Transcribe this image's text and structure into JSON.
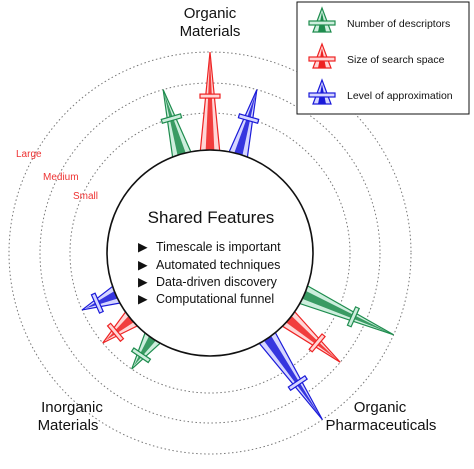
{
  "diagram": {
    "groups": [
      {
        "lines": [
          "Organic",
          "Materials"
        ]
      },
      {
        "lines": [
          "Inorganic",
          "Materials"
        ]
      },
      {
        "lines": [
          "Organic",
          "Pharmaceuticals"
        ]
      }
    ],
    "ring_labels": [
      "Large",
      "Medium",
      "Small"
    ],
    "ring_label_color": "#ee3333",
    "center": {
      "title": "Shared Features",
      "bullet": "▶",
      "features": [
        "Timescale is important",
        "Automated techniques",
        "Data-driven discovery",
        "Computational funnel"
      ]
    },
    "legend": [
      {
        "label": "Number of descriptors",
        "color": "#1e8c4e"
      },
      {
        "label": "Size of search space",
        "color": "#ee2222"
      },
      {
        "label": "Level of approximation",
        "color": "#1a1ad9"
      }
    ],
    "ratings": {
      "organic_materials": {
        "descriptors": "Medium",
        "search_space": "Large",
        "approximation": "Medium"
      },
      "inorganic_materials": {
        "descriptors": "Small",
        "search_space": "Small",
        "approximation": "Small"
      },
      "organic_pharmaceuticals": {
        "descriptors": "Large",
        "search_space": "Medium",
        "approximation": "Large"
      }
    }
  }
}
